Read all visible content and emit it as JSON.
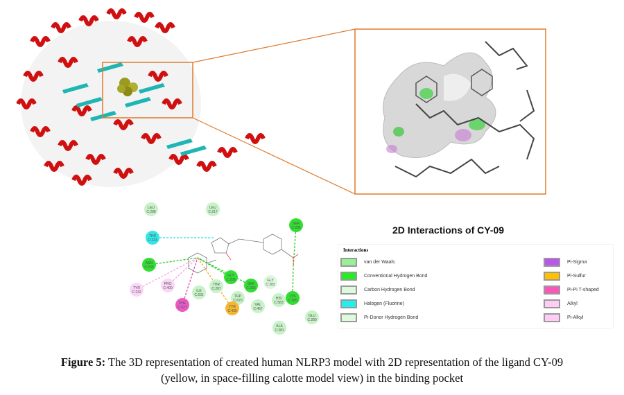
{
  "legend": {
    "title": "2D Interactions of CY-09",
    "header": "Interactions",
    "items": [
      {
        "label": "van der Waals",
        "color": "#99f099"
      },
      {
        "label": "Conventional Hydrogen Bond",
        "color": "#22ee22"
      },
      {
        "label": "Carbon Hydrogen Bond",
        "color": "#ddfadd"
      },
      {
        "label": "Halogen (Fluorine)",
        "color": "#22eeee"
      },
      {
        "label": "Pi-Donor Hydrogen Bond",
        "color": "#ddfadd"
      },
      {
        "label": "Pi-Sigma",
        "color": "#bb55ee"
      },
      {
        "label": "Pi-Sulfur",
        "color": "#ffc000"
      },
      {
        "label": "Pi-Pi T-shaped",
        "color": "#ff55bb"
      },
      {
        "label": "Alkyl",
        "color": "#ffccf5"
      },
      {
        "label": "Pi-Alkyl",
        "color": "#ffccf5"
      }
    ]
  },
  "residues": [
    {
      "name": "LEU",
      "id": "C:288",
      "type": "vdw"
    },
    {
      "name": "LEU",
      "id": "C:217",
      "type": "vdw"
    },
    {
      "name": "SER",
      "id": "C:286",
      "type": "hbond"
    },
    {
      "name": "THR",
      "id": "C:233",
      "type": "halogen"
    },
    {
      "name": "ASN",
      "id": "C:235",
      "type": "hbond"
    },
    {
      "name": "TYR",
      "id": "C:232",
      "type": "alkyl"
    },
    {
      "name": "PRO",
      "id": "C:400",
      "type": "alkyl"
    },
    {
      "name": "PHE",
      "id": "C:427",
      "type": "pipi"
    },
    {
      "name": "ILE",
      "id": "C:231",
      "type": "vdw"
    },
    {
      "name": "THR",
      "id": "C:287",
      "type": "vdw"
    },
    {
      "name": "GLY",
      "id": "C:288",
      "type": "hbond"
    },
    {
      "name": "SER",
      "id": "C:283",
      "type": "hbond"
    },
    {
      "name": "GLY",
      "id": "C:282",
      "type": "carbon"
    },
    {
      "name": "TRP",
      "id": "C:670",
      "type": "vdw"
    },
    {
      "name": "TYR",
      "id": "C:435",
      "type": "pisulfur"
    },
    {
      "name": "VAL",
      "id": "C:467",
      "type": "vdw"
    },
    {
      "name": "HIS",
      "id": "C:583",
      "type": "vdw"
    },
    {
      "name": "LYS",
      "id": "C:285",
      "type": "hbond"
    },
    {
      "name": "GLU",
      "id": "C:280",
      "type": "vdw"
    },
    {
      "name": "ALA",
      "id": "C:281",
      "type": "vdw"
    }
  ],
  "caption": {
    "label": "Figure 5:",
    "text": "The 3D representation of created human NLRP3 model with 2D representation of the ligand CY-09",
    "line2": "(yellow, in space-filling calotte model view) in the binding pocket"
  }
}
